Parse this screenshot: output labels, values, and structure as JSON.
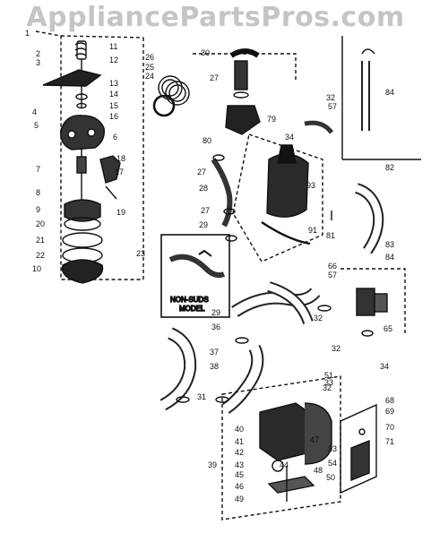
{
  "watermark": "AppliancePartsPros.com",
  "colors": {
    "ink": "#111111",
    "watermark": "#9a9a9a",
    "background": "#ffffff"
  },
  "box_label": {
    "line1": "NON-SUDS",
    "line2": "MODEL"
  },
  "callouts": [
    "1",
    "2",
    "3",
    "4",
    "5",
    "6",
    "7",
    "8",
    "9",
    "10",
    "11",
    "12",
    "13",
    "14",
    "15",
    "16",
    "17",
    "18",
    "19",
    "20",
    "21",
    "22",
    "23",
    "24",
    "25",
    "26",
    "27",
    "28",
    "29",
    "30",
    "31",
    "32",
    "33",
    "34",
    "36",
    "37",
    "38",
    "39",
    "40",
    "41",
    "42",
    "43",
    "44",
    "45",
    "46",
    "47",
    "48",
    "49",
    "50",
    "51",
    "53",
    "54",
    "57",
    "65",
    "66",
    "68",
    "69",
    "70",
    "71",
    "79",
    "80",
    "81",
    "82",
    "83",
    "84",
    "91",
    "93"
  ]
}
